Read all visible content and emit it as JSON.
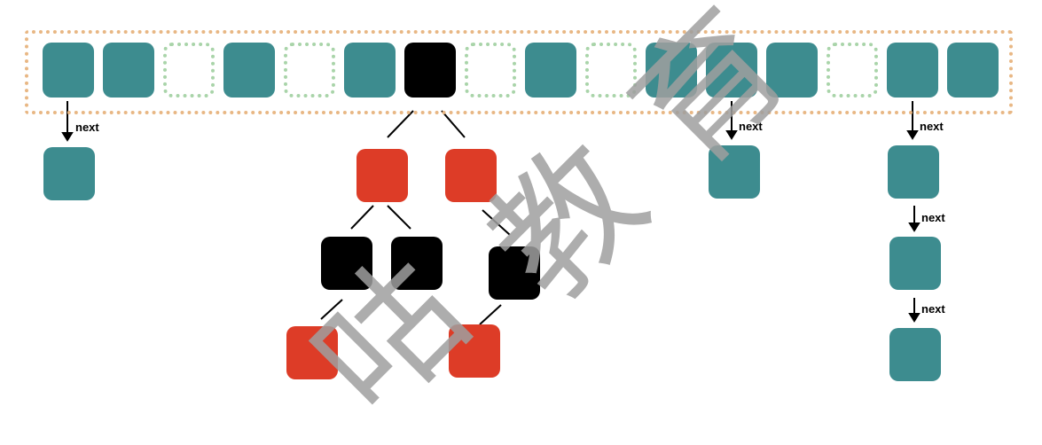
{
  "colors": {
    "filled_slot": "#3d8c8f",
    "red_node": "#dd3c27",
    "black_node": "#000000",
    "empty_slot_border": "#a9d4a9",
    "array_border": "#e8b784",
    "watermark": "#9f9f9f"
  },
  "array": {
    "slots": [
      "filled",
      "filled",
      "empty",
      "filled",
      "empty",
      "filled",
      "tree-root",
      "empty",
      "filled",
      "empty",
      "filled",
      "filled",
      "filled",
      "empty",
      "filled",
      "filled"
    ]
  },
  "labels": {
    "next": "next"
  },
  "watermark": {
    "chars": [
      "咕",
      "教",
      "育"
    ]
  }
}
